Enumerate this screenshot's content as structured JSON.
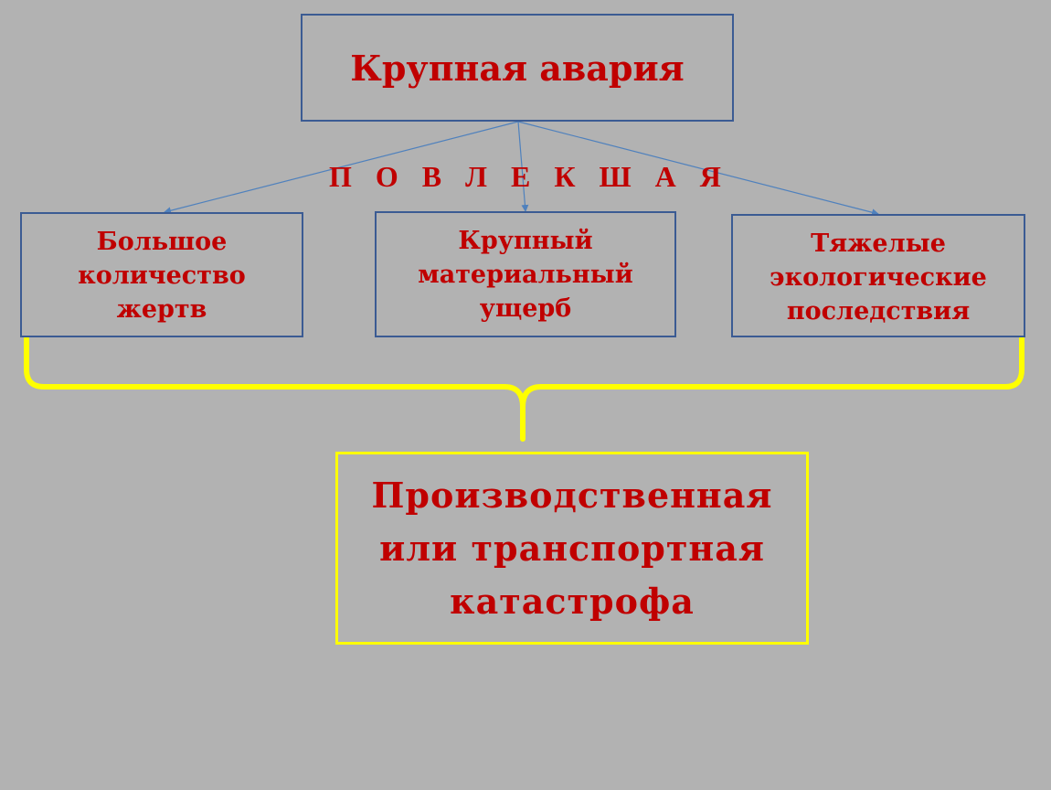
{
  "top": {
    "label": "Крупная авария"
  },
  "connector": {
    "label": "П О В Л Е К Ш А Я"
  },
  "consequences": [
    {
      "label": "Большое\nколичество\nжертв"
    },
    {
      "label": "Крупный\nматериальный\nущерб"
    },
    {
      "label": "Тяжелые\nэкологические\nпоследствия"
    }
  ],
  "result": {
    "label": "Производственная\nили транспортная\nкатастрофа"
  },
  "colors": {
    "background": "#b2b2b2",
    "text": "#c00000",
    "box_border": "#3b5b93",
    "arrow": "#4f81bd",
    "brace": "#ffff00"
  }
}
